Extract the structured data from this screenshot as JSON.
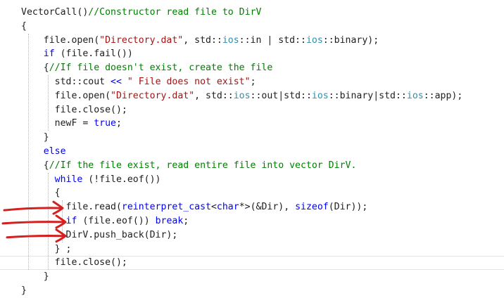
{
  "colors": {
    "background": "#ffffff",
    "plain": "#1e1e1e",
    "keyword": "#0000ff",
    "string": "#a31515",
    "comment": "#008000",
    "type": "#2b91af",
    "annotation": "#d42020"
  },
  "code": {
    "lines": [
      [
        [
          "plain",
          "VectorCall()"
        ],
        [
          "comment",
          "//Constructor read file to DirV"
        ]
      ],
      [
        [
          "plain",
          "{"
        ]
      ],
      [
        [
          "plain",
          "    file.open("
        ],
        [
          "string",
          "\"Directory.dat\""
        ],
        [
          "plain",
          ", std::"
        ],
        [
          "type",
          "ios"
        ],
        [
          "plain",
          "::in | std::"
        ],
        [
          "type",
          "ios"
        ],
        [
          "plain",
          "::binary);"
        ]
      ],
      [
        [
          "plain",
          "    "
        ],
        [
          "keyword",
          "if"
        ],
        [
          "plain",
          " (file.fail())"
        ]
      ],
      [
        [
          "plain",
          "    {"
        ],
        [
          "comment",
          "//If file doesn't exist, create the file"
        ]
      ],
      [
        [
          "plain",
          "      std::cout "
        ],
        [
          "keyword",
          "<<"
        ],
        [
          "plain",
          " "
        ],
        [
          "string",
          "\" File does not exist\""
        ],
        [
          "plain",
          ";"
        ]
      ],
      [
        [
          "plain",
          "      file.open("
        ],
        [
          "string",
          "\"Directory.dat\""
        ],
        [
          "plain",
          ", std::"
        ],
        [
          "type",
          "ios"
        ],
        [
          "plain",
          "::out|std::"
        ],
        [
          "type",
          "ios"
        ],
        [
          "plain",
          "::binary|std::"
        ],
        [
          "type",
          "ios"
        ],
        [
          "plain",
          "::app);"
        ]
      ],
      [
        [
          "plain",
          "      file.close();"
        ]
      ],
      [
        [
          "plain",
          "      newF = "
        ],
        [
          "keyword",
          "true"
        ],
        [
          "plain",
          ";"
        ]
      ],
      [
        [
          "plain",
          "    }"
        ]
      ],
      [
        [
          "plain",
          "    "
        ],
        [
          "keyword",
          "else"
        ]
      ],
      [
        [
          "plain",
          "    {"
        ],
        [
          "comment",
          "//If the file exist, read entire file into vector DirV."
        ]
      ],
      [
        [
          "plain",
          "      "
        ],
        [
          "keyword",
          "while"
        ],
        [
          "plain",
          " (!file.eof())"
        ]
      ],
      [
        [
          "plain",
          "      {"
        ]
      ],
      [
        [
          "plain",
          "        file.read("
        ],
        [
          "keyword",
          "reinterpret_cast"
        ],
        [
          "plain",
          "<"
        ],
        [
          "keyword",
          "char"
        ],
        [
          "plain",
          "*>(&Dir), "
        ],
        [
          "keyword",
          "sizeof"
        ],
        [
          "plain",
          "(Dir));"
        ]
      ],
      [
        [
          "plain",
          "        "
        ],
        [
          "keyword",
          "if"
        ],
        [
          "plain",
          " (file.eof()) "
        ],
        [
          "keyword",
          "break"
        ],
        [
          "plain",
          ";"
        ]
      ],
      [
        [
          "plain",
          "        DirV.push_back(Dir);"
        ]
      ],
      [
        [
          "plain",
          "      } ;"
        ]
      ],
      [
        [
          "plain",
          "      file.close();"
        ]
      ],
      [
        [
          "plain",
          "    }"
        ]
      ],
      [
        [
          "plain",
          "}"
        ]
      ]
    ],
    "current_line": 18,
    "annotated_lines": [
      14,
      15,
      16
    ]
  }
}
